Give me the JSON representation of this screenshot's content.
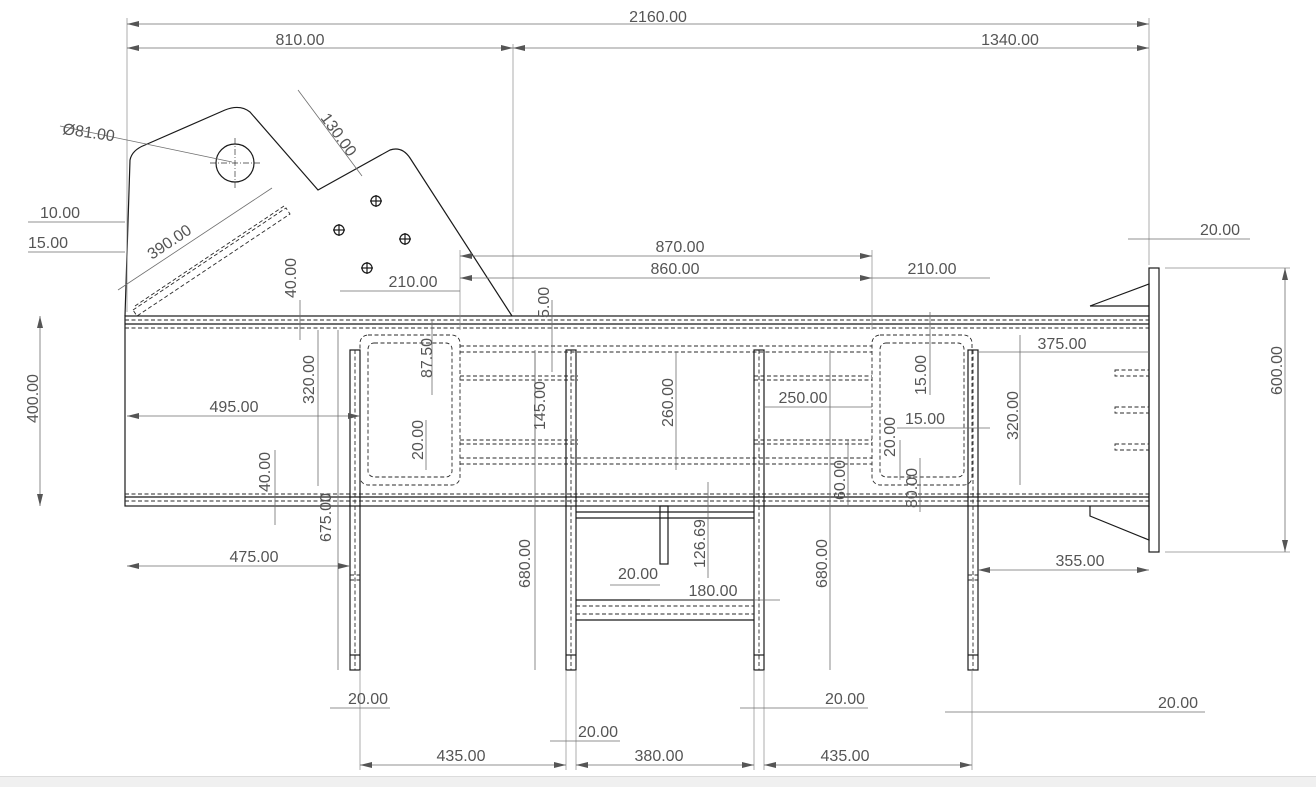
{
  "dimensions": {
    "overall_length": "2160.00",
    "left_span": "810.00",
    "right_span": "1340.00",
    "hole_diameter": "Ø81.00",
    "arm_width": "130.00",
    "arm_length": "390.00",
    "offset_10": "10.00",
    "offset_15_left": "15.00",
    "plate_thk_top": "20.00",
    "web_870": "870.00",
    "web_860": "860.00",
    "left_pocket_210": "210.00",
    "right_pocket_210": "210.00",
    "flange_40_top": "40.00",
    "gap_5": "5.00",
    "h_87_5": "87.50",
    "h_320_left": "320.00",
    "h_400": "400.00",
    "w_495": "495.00",
    "h_145": "145.00",
    "h_260": "260.00",
    "h_20_left": "20.00",
    "h_40_bottom": "40.00",
    "h_675": "675.00",
    "w_475": "475.00",
    "h_680_left": "680.00",
    "h_126_69": "126.69",
    "w_20_center": "20.00",
    "w_180": "180.00",
    "h_680_right": "680.00",
    "w_250": "250.00",
    "h_20_right": "20.00",
    "w_15_right": "15.00",
    "h_60": "60.00",
    "h_80": "80.00",
    "h_15_right": "15.00",
    "w_375": "375.00",
    "h_320_right": "320.00",
    "h_600": "600.00",
    "w_355": "355.00",
    "w_20_bl": "20.00",
    "w_20_bm": "20.00",
    "w_20_br": "20.00",
    "w_20_bc": "20.00",
    "w_435_left": "435.00",
    "w_380": "380.00",
    "w_435_right": "435.00"
  }
}
